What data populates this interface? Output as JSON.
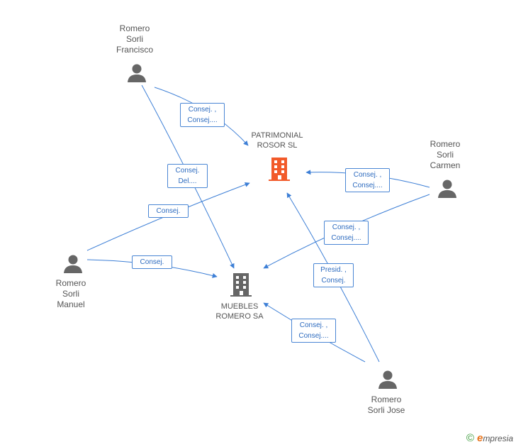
{
  "companies": {
    "patrimonial": {
      "name": "PATRIMONIAL\nROSOR SL",
      "color": "#f25a2a"
    },
    "muebles": {
      "name": "MUEBLES\nROMERO SA",
      "color": "#666666"
    }
  },
  "people": {
    "francisco": "Romero\nSorli\nFrancisco",
    "carmen": "Romero\nSorli\nCarmen",
    "manuel": "Romero\nSorli\nManuel",
    "jose": "Romero\nSorli Jose"
  },
  "edges": {
    "francisco_patrimonial": "Consej. ,\nConsej....",
    "francisco_muebles": "Consej.\nDel....",
    "manuel_patrimonial": "Consej.",
    "manuel_muebles": "Consej.",
    "carmen_patrimonial": "Consej. ,\nConsej....",
    "carmen_muebles": "Consej. ,\nConsej....",
    "jose_patrimonial": "Presid. ,\nConsej.",
    "jose_muebles": "Consej. ,\nConsej...."
  },
  "colors": {
    "edge": "#3d7fd6",
    "person": "#666666"
  },
  "copyright": {
    "symbol": "©",
    "brand_first": "e",
    "brand_rest": "mpresia"
  }
}
